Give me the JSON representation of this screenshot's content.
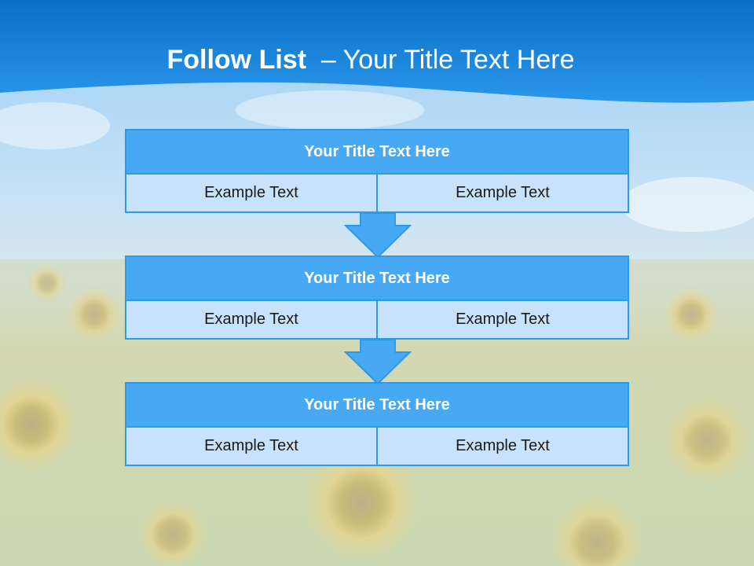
{
  "slide": {
    "title_bold": "Follow List",
    "title_rest": "  – Your Title Text Here"
  },
  "steps": [
    {
      "title": "Your Title Text Here",
      "left": "Example Text",
      "right": "Example Text"
    },
    {
      "title": "Your Title Text Here",
      "left": "Example Text",
      "right": "Example Text"
    },
    {
      "title": "Your Title Text Here",
      "left": "Example Text",
      "right": "Example Text"
    }
  ],
  "colors": {
    "header_blue": "#47a9f4",
    "cell_blue": "#c9e2fb",
    "border_blue": "#2c9ae8",
    "title_bar_blue": "#1583dc"
  }
}
